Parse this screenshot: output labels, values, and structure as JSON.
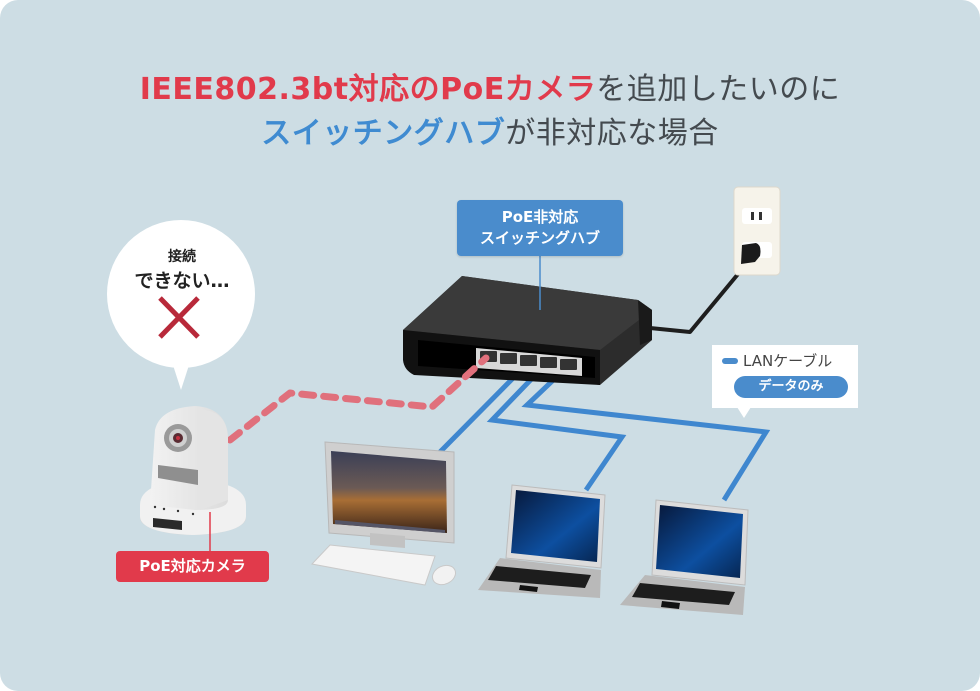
{
  "title": {
    "line1": {
      "highlight": "IEEE802.3bt対応のPoEカメラ",
      "rest": "を追加したいのに"
    },
    "line2": {
      "highlight": "スイッチングハブ",
      "rest": "が非対応な場合"
    }
  },
  "switch_label": {
    "line1": "PoE非対応",
    "line2": "スイッチングハブ"
  },
  "camera_label": "PoE対応カメラ",
  "speech_bubble": {
    "line1": "接続",
    "line2": "できない…",
    "status_icon": "cross-icon"
  },
  "legend": {
    "cable_label": "LANケーブル",
    "badge": "データのみ"
  },
  "devices": [
    {
      "name": "PoE camera",
      "icon": "ip-camera-icon"
    },
    {
      "name": "PoE non-compatible switching hub",
      "icon": "network-switch-icon"
    },
    {
      "name": "Power outlet",
      "icon": "power-outlet-icon"
    },
    {
      "name": "Desktop computer",
      "icon": "desktop-monitor-icon"
    },
    {
      "name": "Laptop 1",
      "icon": "laptop-icon"
    },
    {
      "name": "Laptop 2",
      "icon": "laptop-icon"
    }
  ],
  "colors": {
    "background": "#cddde4",
    "accent_red": "#e13a4b",
    "accent_blue": "#4a8ccc",
    "title_gray": "#444a4f",
    "cable_blue": "#3f87cf",
    "dashed_red": "#e0707c",
    "cross_red": "#b8293a"
  }
}
